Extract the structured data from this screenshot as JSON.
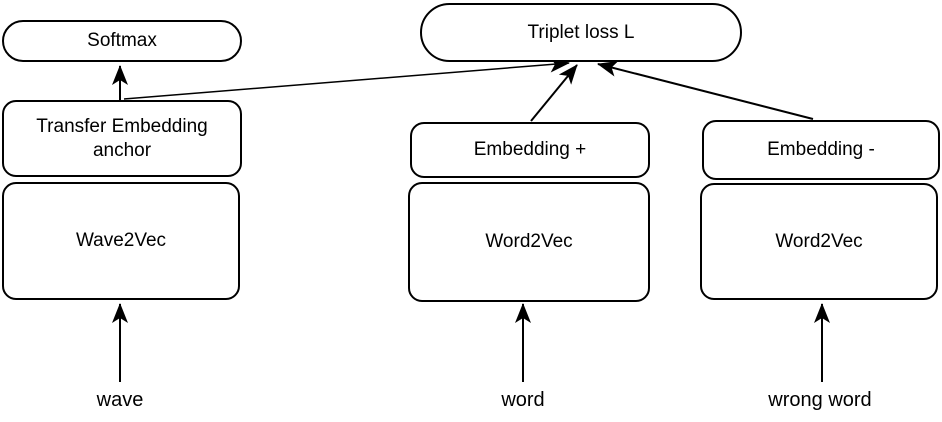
{
  "diagram": {
    "nodes": {
      "softmax": {
        "label": "Softmax"
      },
      "triplet_loss": {
        "label": "Triplet loss L"
      },
      "transfer_embedding_anchor": {
        "label": "Transfer Embedding anchor"
      },
      "wave2vec": {
        "label": "Wave2Vec"
      },
      "embedding_plus": {
        "label": "Embedding +"
      },
      "word2vec_positive": {
        "label": "Word2Vec"
      },
      "embedding_minus": {
        "label": "Embedding -"
      },
      "word2vec_negative": {
        "label": "Word2Vec"
      }
    },
    "input_labels": {
      "wave": "wave",
      "word": "word",
      "wrong_word": "wrong word"
    },
    "colors": {
      "stroke": "#000000",
      "node_fill": "#ffffff",
      "text": "#000000",
      "background": "#ffffff"
    }
  }
}
